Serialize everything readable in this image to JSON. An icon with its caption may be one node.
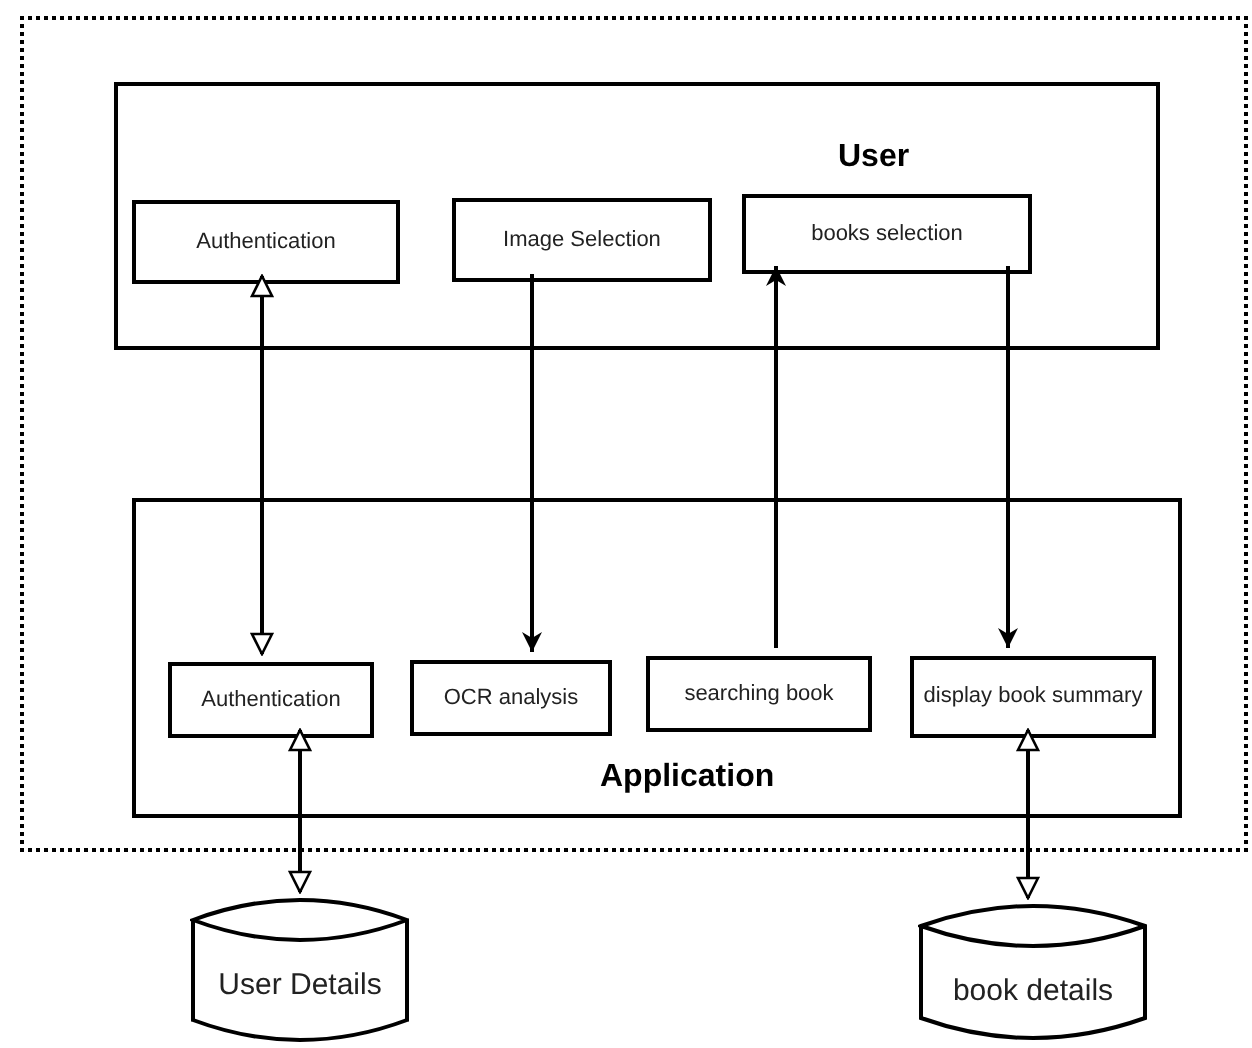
{
  "diagram": {
    "nodes": [
      {
        "text": [],
        "shape": "box"
      },
      {
        "text": [
          "User"
        ],
        "in": 0
      },
      {
        "text": [
          "Authentication"
        ],
        "in": 1
      },
      {
        "text": [
          "Image Selection"
        ],
        "in": 1
      },
      {
        "text": [
          "books selection"
        ],
        "in": 1
      },
      {
        "text": [
          "Application"
        ],
        "in": 0
      },
      {
        "text": [
          "Authentication"
        ],
        "in": 5
      },
      {
        "text": [
          "OCR analysis"
        ],
        "in": 5
      },
      {
        "text": [
          "searching book"
        ],
        "in": 5
      },
      {
        "text": [
          "display book summary"
        ],
        "in": 5
      },
      {
        "text": [
          "User Details"
        ]
      },
      {
        "text": [
          "book details"
        ]
      }
    ],
    "edges": [
      {
        "from": 6,
        "to": 2,
        "arrow": "both"
      },
      {
        "from": 3,
        "to": 7,
        "arrow": "to"
      },
      {
        "from": 8,
        "to": 4,
        "arrow": "to"
      },
      {
        "from": 4,
        "to": 9,
        "arrow": "to"
      },
      {
        "from": 6,
        "to": 10,
        "arrow": "both"
      },
      {
        "from": 9,
        "to": 11,
        "arrow": "both"
      }
    ]
  }
}
